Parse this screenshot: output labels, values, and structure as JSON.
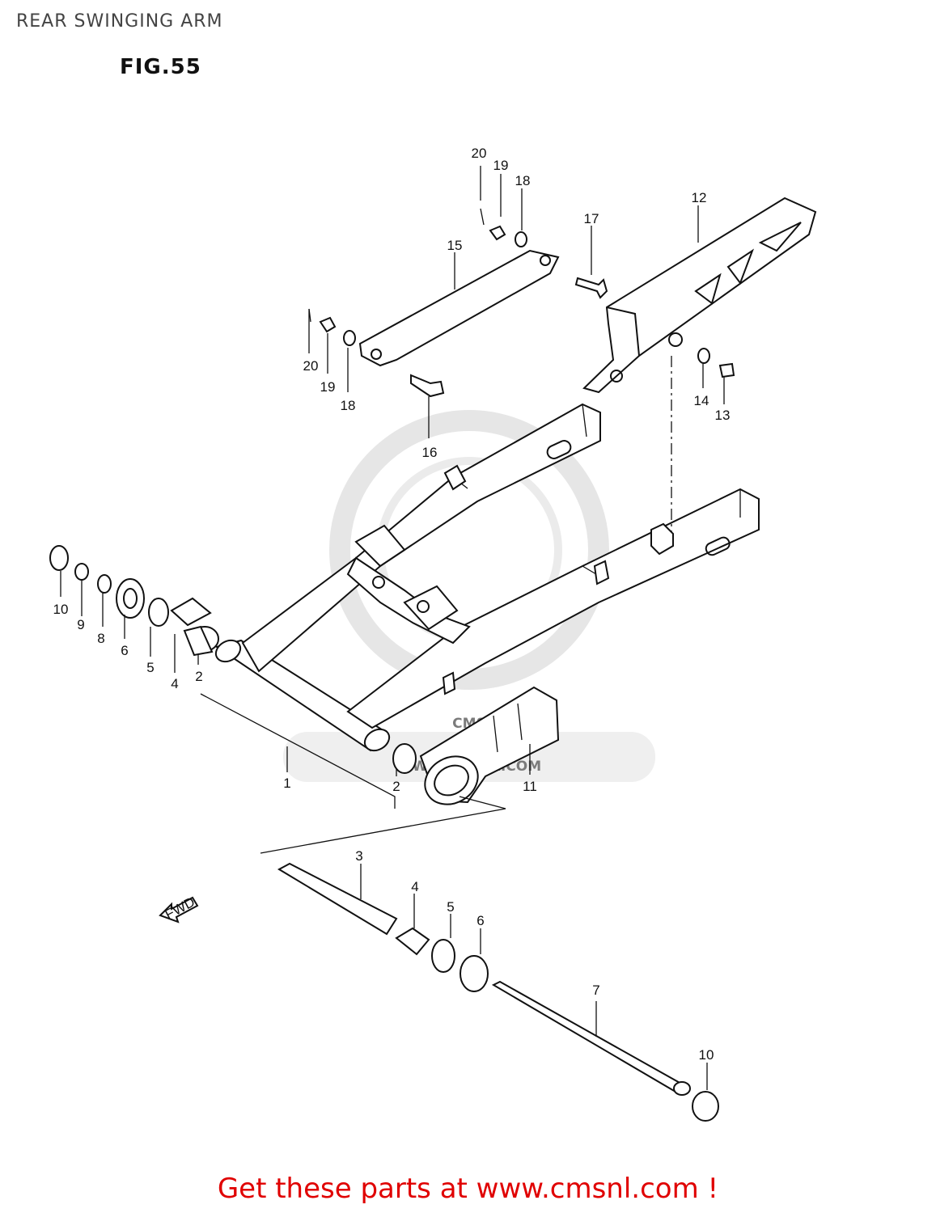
{
  "header": {
    "title": "REAR SWINGING ARM",
    "figure_label": "FIG.55"
  },
  "watermark": {
    "brand": "CMS",
    "url": "WWW.CMSNL.COM"
  },
  "direction_indicator": "FWD",
  "callouts": {
    "c1": "1",
    "c2a": "2",
    "c2b": "2",
    "c3": "3",
    "c4a": "4",
    "c4b": "4",
    "c5a": "5",
    "c5b": "5",
    "c6a": "6",
    "c6b": "6",
    "c7": "7",
    "c8": "8",
    "c9": "9",
    "c10a": "10",
    "c10b": "10",
    "c11": "11",
    "c12": "12",
    "c13": "13",
    "c14": "14",
    "c15": "15",
    "c16": "16",
    "c17": "17",
    "c18a": "18",
    "c18b": "18",
    "c19a": "19",
    "c19b": "19",
    "c20a": "20",
    "c20b": "20"
  },
  "footer": {
    "cta": "Get these parts at www.cmsnl.com !"
  },
  "colors": {
    "cta": "#e00000",
    "line": "#111111",
    "watermark": "#cfcfcf"
  }
}
